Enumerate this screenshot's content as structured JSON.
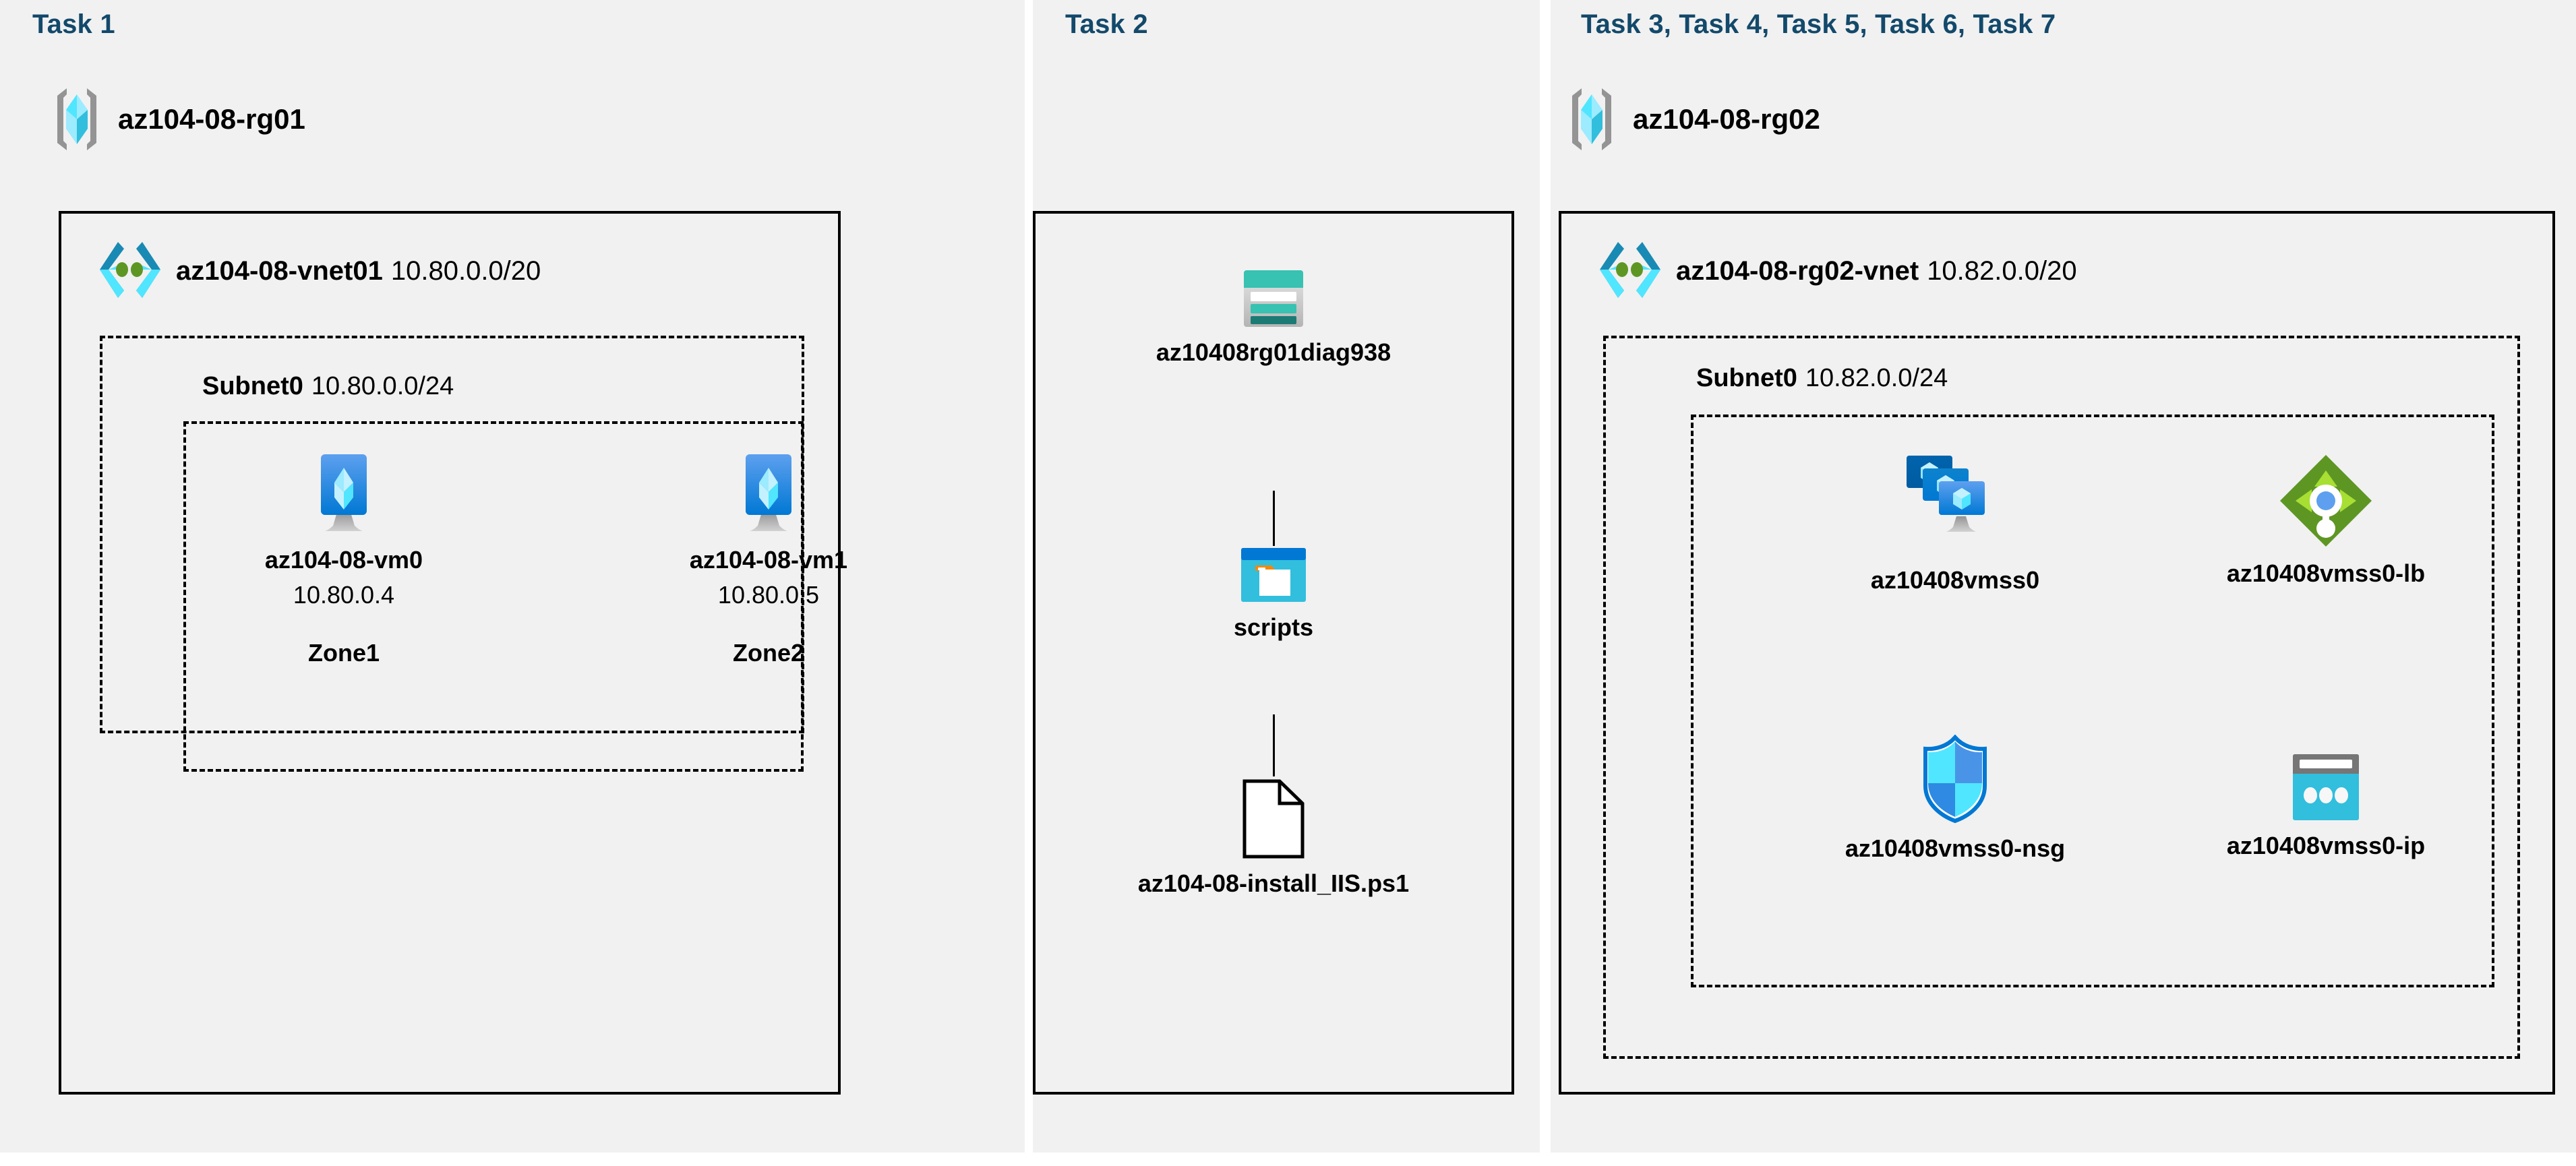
{
  "panels": [
    {
      "title": "Task 1"
    },
    {
      "title": "Task 2"
    },
    {
      "title": "Task 3, Task 4, Task 5, Task 6, Task 7"
    }
  ],
  "colors": {
    "task_title": "#13496b",
    "panel_bg": "#f1f1f1",
    "page_bg": "#ffffff",
    "box_border": "#000000",
    "azure_blue": "#0078d4",
    "azure_cyan": "#50e6ff",
    "storage_teal": "#37c2b1",
    "storage_teal_dark": "#1b7b74",
    "lb_green": "#5e9624",
    "lb_green_light": "#97cf3c",
    "lb_dot_blue": "#5ea0ef",
    "pip_grey": "#767676",
    "pip_cyan": "#32bedd",
    "nsg_blue": "#0078d4",
    "rg_grey": "#949494"
  },
  "task1": {
    "resource_group": {
      "name": "az104-08-rg01",
      "icon": "resource-group-icon"
    },
    "vnet": {
      "name": "az104-08-vnet01",
      "cidr": "10.80.0.0/20",
      "icon": "virtual-network-icon"
    },
    "subnet": {
      "name": "Subnet0",
      "cidr": "10.80.0.0/24"
    },
    "vms": [
      {
        "name": "az104-08-vm0",
        "ip": "10.80.0.4",
        "zone": "Zone1",
        "icon": "virtual-machine-icon"
      },
      {
        "name": "az104-08-vm1",
        "ip": "10.80.0.5",
        "zone": "Zone2",
        "icon": "virtual-machine-icon"
      }
    ]
  },
  "task2": {
    "storage_account": {
      "name": "az10408rg01diag938",
      "icon": "storage-account-icon"
    },
    "container": {
      "name": "scripts",
      "icon": "blob-container-icon"
    },
    "blob_file": {
      "name": "az104-08-install_IIS.ps1",
      "icon": "file-icon"
    }
  },
  "task3": {
    "resource_group": {
      "name": "az104-08-rg02",
      "icon": "resource-group-icon"
    },
    "vnet": {
      "name": "az104-08-rg02-vnet",
      "cidr": "10.82.0.0/20",
      "icon": "virtual-network-icon"
    },
    "subnet": {
      "name": "Subnet0",
      "cidr": "10.82.0.0/24"
    },
    "resources": [
      {
        "name": "az10408vmss0",
        "icon": "vm-scale-set-icon"
      },
      {
        "name": "az10408vmss0-lb",
        "icon": "load-balancer-icon"
      },
      {
        "name": "az10408vmss0-nsg",
        "icon": "network-security-group-icon"
      },
      {
        "name": "az10408vmss0-ip",
        "icon": "public-ip-address-icon"
      }
    ]
  }
}
